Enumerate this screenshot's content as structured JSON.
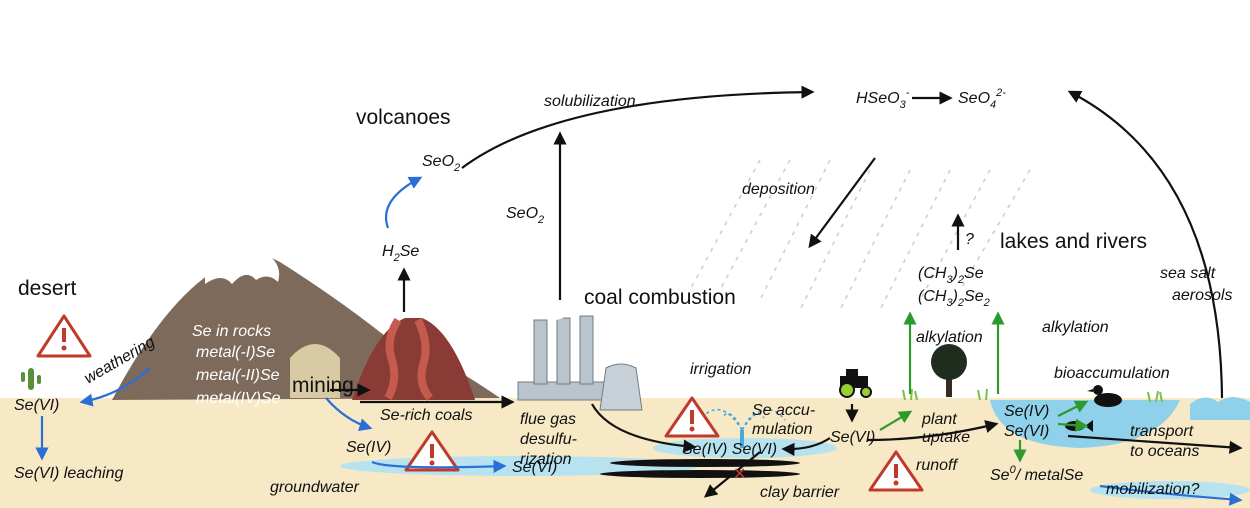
{
  "regions": {
    "desert": "desert",
    "volcanoes": "volcanoes",
    "coal_combustion": "coal combustion",
    "lakes_and_rivers": "lakes and rivers"
  },
  "rocks": {
    "title": "Se in rocks",
    "species": [
      "metal(-I)Se",
      "metal(-II)Se",
      "metal(IV)Se"
    ]
  },
  "labels": {
    "weathering": "weathering",
    "mining": "mining",
    "se_vi_desert": "Se(VI)",
    "se_vi_leaching": "Se(VI) leaching",
    "se_iv_mining": "Se(IV)",
    "groundwater": "groundwater",
    "se_vi_groundwater": "Se(VI)",
    "h2se_base": "H",
    "h2se_sub": "2",
    "h2se_tail": "Se",
    "seo2_volcano_base": "SeO",
    "seo2_volcano_sub": "2",
    "seo2_coal_base": "SeO",
    "seo2_coal_sub": "2",
    "solubilization": "solubilization",
    "hseo3_base": "HSeO",
    "hseo3_sub": "3",
    "hseo3_sup": "-",
    "seo4_base": "SeO",
    "seo4_sub": "4",
    "seo4_sup": "2-",
    "deposition": "deposition",
    "question": "?",
    "dms_a": "(CH",
    "dms_b": "3",
    "dms_c": ")",
    "dms_d": "2",
    "dms_e": "Se",
    "dmds_a": "(CH",
    "dmds_b": "3",
    "dmds_c": ")",
    "dmds_d": "2",
    "dmds_e": "Se",
    "dmds_f": "2",
    "sea_salt_1": "sea salt",
    "sea_salt_2": "aerosols",
    "se_rich_coals": "Se-rich coals",
    "flue_1": "flue gas",
    "flue_2": "desulfu-",
    "flue_3": "rization",
    "irrigation": "irrigation",
    "se_accu_1": "Se accu-",
    "se_accu_2": "mulation",
    "se_iv_se_vi": "Se(IV) Se(VI)",
    "clay_barrier": "clay barrier",
    "se_vi_field": "Se(VI)",
    "plant_uptake_1": "plant",
    "plant_uptake_2": "uptake",
    "alkylation_1": "alkylation",
    "alkylation_2": "alkylation",
    "runoff": "runoff",
    "bioaccumulation": "bioaccumulation",
    "lake_se_iv": "Se(IV)",
    "lake_se_vi": "Se(VI)",
    "se0_base": "Se",
    "se0_sup": "0",
    "se0_tail": "/ metalSe",
    "transport_1": "transport",
    "transport_2": "to oceans",
    "mobilization": "mobilization?"
  },
  "colors": {
    "ground": "#f7e9c6",
    "mountain": "#7d6a5a",
    "snow": "#ffffff",
    "volcano": "#8a3b35",
    "lava": "#b8453d",
    "water": "#b7e2f0",
    "cloud": "#ffffff",
    "rain": "#b9d6e3",
    "arrow_black": "#111111",
    "arrow_blue": "#2a6fd6",
    "arrow_green": "#2e9a2e",
    "warning": "#c0392b",
    "factory": "#b9c4cc",
    "grass": "#7cbf4a"
  },
  "icons": [
    "warning-icon",
    "cactus-icon",
    "tree-icon",
    "tractor-icon",
    "duck-icon",
    "fish-icon",
    "cloud-icon"
  ]
}
